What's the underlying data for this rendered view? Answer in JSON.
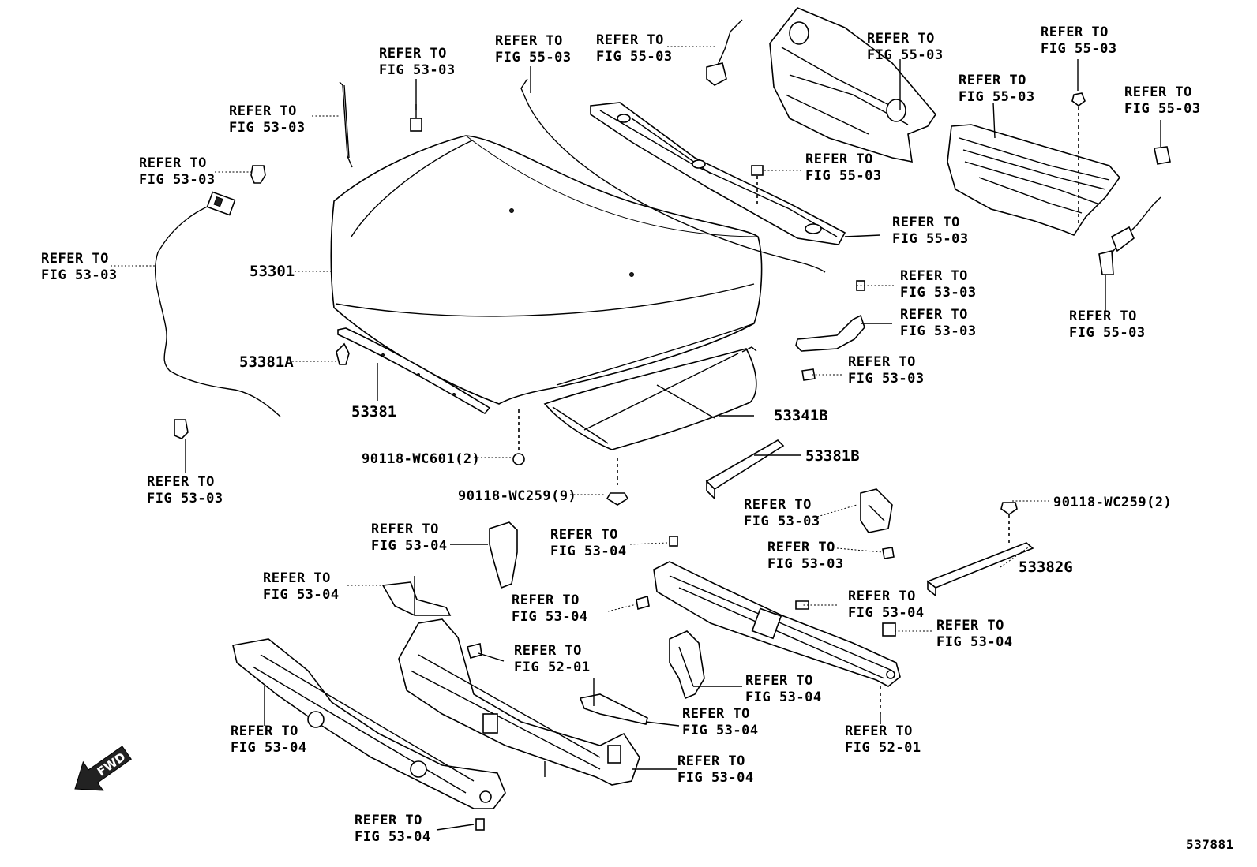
{
  "diagram_id": "537881",
  "fwd_label": "FWD",
  "refer_prefix": "REFER TO",
  "part_numbers": {
    "hood": "53301",
    "hood_seal": "53381",
    "hood_seal_clip": "53381A",
    "hood_insulator": "53341B",
    "hood_seal_b": "53381B",
    "hood_seal_g": "53382G",
    "clip_wc601": "90118-WC601(2)",
    "clip_wc259_9": "90118-WC259(9)",
    "clip_wc259_2": "90118-WC259(2)"
  },
  "references": [
    {
      "id": "r01",
      "fig": "FIG 53-03"
    },
    {
      "id": "r02",
      "fig": "FIG 53-03"
    },
    {
      "id": "r03",
      "fig": "FIG 53-03"
    },
    {
      "id": "r04",
      "fig": "FIG 53-03"
    },
    {
      "id": "r05",
      "fig": "FIG 55-03"
    },
    {
      "id": "r06",
      "fig": "FIG 55-03"
    },
    {
      "id": "r07",
      "fig": "FIG 55-03"
    },
    {
      "id": "r08",
      "fig": "FIG 55-03"
    },
    {
      "id": "r09",
      "fig": "FIG 55-03"
    },
    {
      "id": "r10",
      "fig": "FIG 55-03"
    },
    {
      "id": "r11",
      "fig": "FIG 55-03"
    },
    {
      "id": "r12",
      "fig": "FIG 55-03"
    },
    {
      "id": "r13",
      "fig": "FIG 55-03"
    },
    {
      "id": "r14",
      "fig": "FIG 53-03"
    },
    {
      "id": "r15",
      "fig": "FIG 53-03"
    },
    {
      "id": "r16",
      "fig": "FIG 53-03"
    },
    {
      "id": "r17",
      "fig": "FIG 53-03"
    },
    {
      "id": "r18",
      "fig": "FIG 53-03"
    },
    {
      "id": "r19",
      "fig": "FIG 53-03"
    },
    {
      "id": "r20",
      "fig": "FIG 53-04"
    },
    {
      "id": "r21",
      "fig": "FIG 53-04"
    },
    {
      "id": "r22",
      "fig": "FIG 53-04"
    },
    {
      "id": "r23",
      "fig": "FIG 53-04"
    },
    {
      "id": "r24",
      "fig": "FIG 53-04"
    },
    {
      "id": "r25",
      "fig": "FIG 53-04"
    },
    {
      "id": "r26",
      "fig": "FIG 52-01"
    },
    {
      "id": "r27",
      "fig": "FIG 53-04"
    },
    {
      "id": "r28",
      "fig": "FIG 53-04"
    },
    {
      "id": "r29",
      "fig": "FIG 53-04"
    },
    {
      "id": "r30",
      "fig": "FIG 52-01"
    },
    {
      "id": "r31",
      "fig": "FIG 53-04"
    },
    {
      "id": "r32",
      "fig": "FIG 53-04"
    }
  ]
}
